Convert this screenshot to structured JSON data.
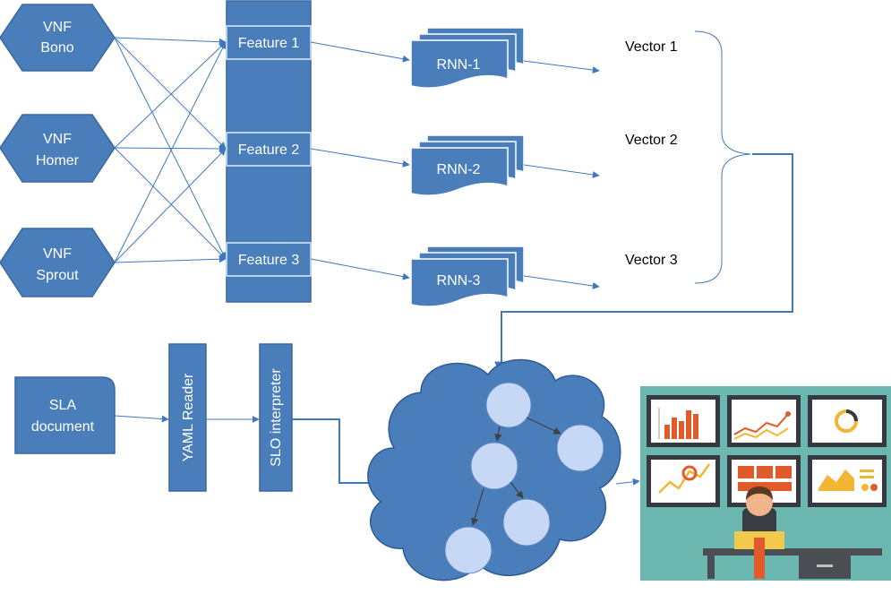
{
  "vnfs": [
    {
      "line1": "VNF",
      "line2": "Bono"
    },
    {
      "line1": "VNF",
      "line2": "Homer"
    },
    {
      "line1": "VNF",
      "line2": "Sprout"
    }
  ],
  "features": [
    "Feature 1",
    "Feature 2",
    "Feature 3"
  ],
  "rnns": [
    "RNN-1",
    "RNN-2",
    "RNN-3"
  ],
  "vectors": [
    "Vector 1",
    "Vector 2",
    "Vector 3"
  ],
  "sla_document": {
    "line1": "SLA",
    "line2": "document"
  },
  "yaml_reader": "YAML Reader",
  "slo_interpreter": "SLO interpreter",
  "colors": {
    "shape_fill": "#4a7ebb",
    "shape_stroke": "#3a67a0",
    "arrow": "#3f79bd",
    "cloud_node": "#c6d8f5",
    "dashboard_bg": "#6cb7b0"
  },
  "icons": [
    "cloud-graph-icon",
    "monitoring-dashboard-illustration"
  ]
}
